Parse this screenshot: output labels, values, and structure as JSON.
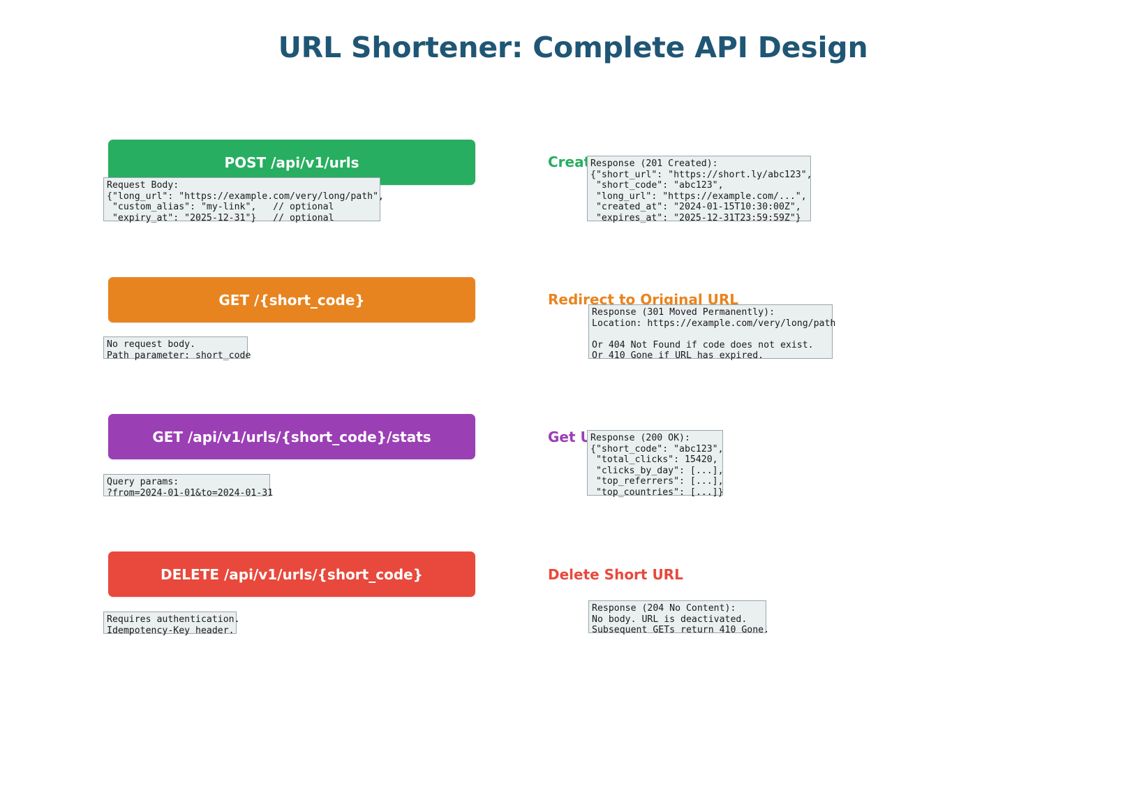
{
  "page": {
    "title": "URL Shortener: Complete API Design",
    "title_color": "#1f5675",
    "background": "#ffffff"
  },
  "endpoints": [
    {
      "id": "create",
      "method_path": "POST /api/v1/urls",
      "color": "#27ae60",
      "section_label": "Create Short URL",
      "request_box": "Request Body:\n{\"long_url\": \"https://example.com/very/long/path\",\n \"custom_alias\": \"my-link\",   // optional\n \"expiry_at\": \"2025-12-31\"}   // optional",
      "response_box": "Response (201 Created):\n{\"short_url\": \"https://short.ly/abc123\",\n \"short_code\": \"abc123\",\n \"long_url\": \"https://example.com/...\",\n \"created_at\": \"2024-01-15T10:30:00Z\",\n \"expires_at\": \"2025-12-31T23:59:59Z\"}"
    },
    {
      "id": "redirect",
      "method_path": "GET /{short_code}",
      "color": "#e8841f",
      "section_label": "Redirect to Original URL",
      "request_box": "No request body.\nPath parameter: short_code",
      "response_box": "Response (301 Moved Permanently):\nLocation: https://example.com/very/long/path\n\nOr 404 Not Found if code does not exist.\nOr 410 Gone if URL has expired."
    },
    {
      "id": "stats",
      "method_path": "GET /api/v1/urls/{short_code}/stats",
      "color": "#9b3fb5",
      "section_label": "Get URL Analytics",
      "request_box": "Query params:\n?from=2024-01-01&to=2024-01-31",
      "response_box": "Response (200 OK):\n{\"short_code\": \"abc123\",\n \"total_clicks\": 15420,\n \"clicks_by_day\": [...],\n \"top_referrers\": [...],\n \"top_countries\": [...]}"
    },
    {
      "id": "delete",
      "method_path": "DELETE /api/v1/urls/{short_code}",
      "color": "#e8493c",
      "section_label": "Delete Short URL",
      "request_box": "Requires authentication.\nIdempotency-Key header.",
      "response_box": "Response (204 No Content):\nNo body. URL is deactivated.\nSubsequent GETs return 410 Gone."
    }
  ]
}
